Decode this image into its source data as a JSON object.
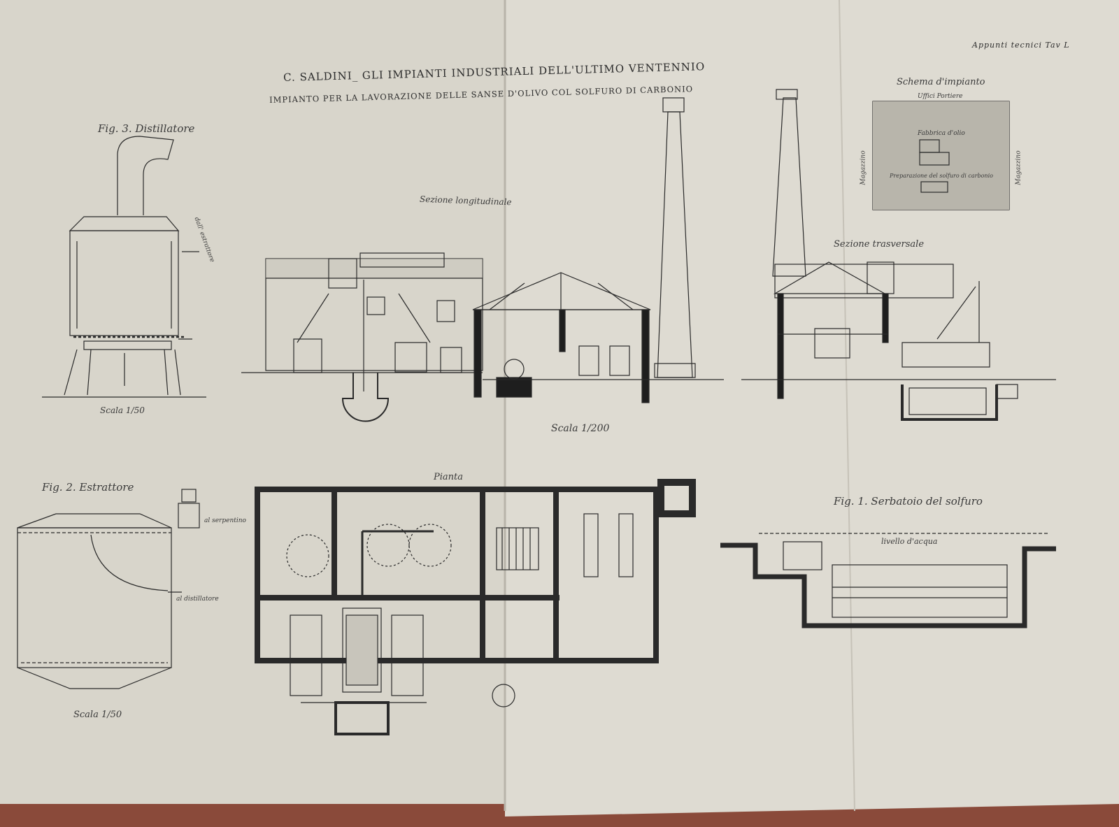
{
  "header": {
    "corner": "Appunti tecnici Tav L",
    "title_line1": "C. SALDINI_ GLI IMPIANTI INDUSTRIALI DELL'ULTIMO VENTENNIO",
    "title_line2": "IMPIANTO PER LA LAVORAZIONE DELLE SANSE D'OLIVO COL SOLFURO DI CARBONIO"
  },
  "figures": {
    "distillatore": {
      "title": "Fig. 3. Distillatore",
      "scale": "Scala 1/50",
      "note": "dall' estrattore"
    },
    "estrattore": {
      "title": "Fig. 2. Estrattore",
      "scale": "Scala 1/50",
      "note1": "al serpentino",
      "note2": "al distillatore"
    },
    "longitudinale": {
      "title": "Sezione longitudinale"
    },
    "trasversale": {
      "title": "Sezione trasversale"
    },
    "scala_main": "Scala 1/200",
    "pianta": {
      "title": "Pianta"
    },
    "schema": {
      "title": "Schema d'impianto",
      "uffici": "Uffici  Portiere",
      "fabbrica": "Fabbrica d'olio",
      "preparazione": "Preparazione del solfuro di carbonio",
      "magazzino_left": "Magazzino",
      "magazzino_right": "Magazzino"
    },
    "serbatoio": {
      "title": "Fig. 1. Serbatoio del solfuro",
      "water": "livello d'acqua"
    }
  },
  "colors": {
    "paper": "#d9d6cc",
    "ink": "#2a2a2a",
    "binding": "#8a4a3a"
  }
}
